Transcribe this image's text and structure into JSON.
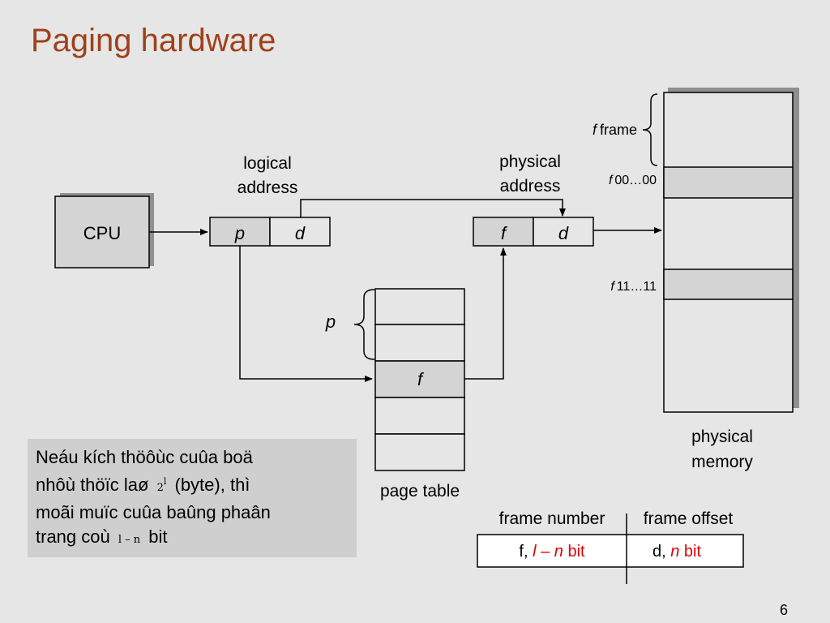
{
  "slide": {
    "title": "Paging hardware",
    "number": "6"
  },
  "diagram": {
    "cpu_label": "CPU",
    "logical_address_label": [
      "logical",
      "address"
    ],
    "physical_address_label": [
      "physical",
      "address"
    ],
    "logical_p": "p",
    "logical_d": "d",
    "physical_f": "f",
    "physical_d": "d",
    "page_table_brace_label": "p",
    "page_table_entry_f": "f",
    "page_table_label": "page table",
    "frame_label_italic": "f",
    "frame_label_text": "frame",
    "addr_00_italic": "f",
    "addr_00_text": "00…00",
    "addr_11_italic": "f",
    "addr_11_text": "11…11",
    "physical_memory_label": [
      "physical",
      "memory"
    ]
  },
  "address_table": {
    "header_frame_number": "frame number",
    "header_frame_offset": "frame offset",
    "cell_f_prefix": "f, ",
    "cell_f_math": "l – n",
    "cell_f_suffix": " bit",
    "cell_d_prefix": "d, ",
    "cell_d_math": "n",
    "cell_d_suffix": " bit",
    "accent_color": "#e00000"
  },
  "note": {
    "line1": "Neáu kích thöôùc cuûa boä",
    "line2_pre": "nhôù thöïc laø",
    "line2_base": "2",
    "line2_exp": "l",
    "line2_post": "(byte), thì",
    "line3": "moãi muïc cuûa baûng phaân",
    "line4_pre": "trang coù",
    "line4_math": "l – n",
    "line4_post": "bit"
  }
}
